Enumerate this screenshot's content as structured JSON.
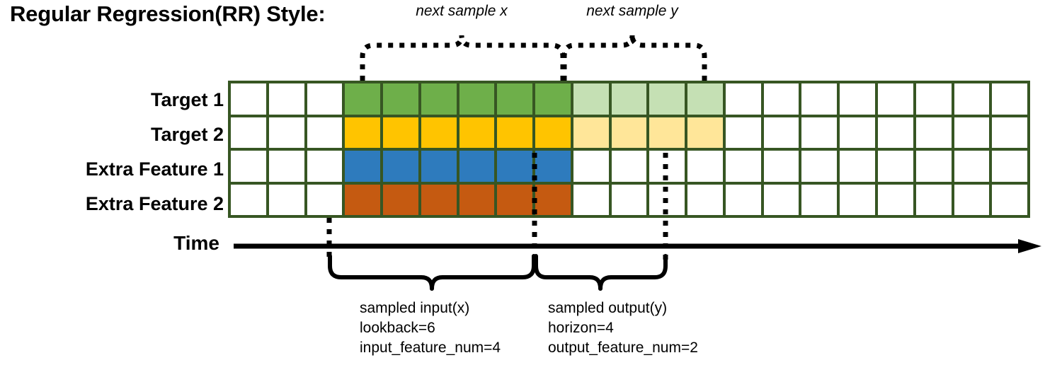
{
  "title": "Regular Regression(RR) Style:",
  "row_labels": [
    {
      "name": "target-1",
      "label": "Target 1"
    },
    {
      "name": "target-2",
      "label": "Target 2"
    },
    {
      "name": "extra-feature-1",
      "label": "Extra Feature 1"
    },
    {
      "name": "extra-feature-2",
      "label": "Extra Feature 2"
    }
  ],
  "time_axis_label": "Time",
  "annotations": {
    "top_left": "next sample x",
    "top_right": "next sample y"
  },
  "bottom_left_caption": {
    "line1": "sampled input(x)",
    "line2": "lookback=6",
    "line3": "input_feature_num=4"
  },
  "bottom_right_caption": {
    "line1": "sampled output(y)",
    "line2": "horizon=4",
    "line3": "output_feature_num=2"
  },
  "colors": {
    "grid_border": "#375623",
    "empty": "#ffffff",
    "target1_input": "#6EAF4A",
    "target1_output": "#C5E0B4",
    "target2_input": "#FFC400",
    "target2_output": "#FFE699",
    "extra1_input": "#2E7BBD",
    "extra2_input": "#C55A11",
    "line": "#000000"
  },
  "chart_data": {
    "type": "heatmap",
    "title": "Regular Regression(RR) Style:",
    "columns": 21,
    "rows": 4,
    "lookback": 6,
    "horizon": 4,
    "input_feature_num": 4,
    "output_feature_num": 2,
    "input_start_column": 4,
    "input_end_column": 9,
    "output_start_column": 10,
    "output_end_column": 13,
    "row_names": [
      "Target 1",
      "Target 2",
      "Extra Feature 1",
      "Extra Feature 2"
    ],
    "grid": [
      [
        "#ffffff",
        "#ffffff",
        "#ffffff",
        "#6EAF4A",
        "#6EAF4A",
        "#6EAF4A",
        "#6EAF4A",
        "#6EAF4A",
        "#6EAF4A",
        "#C5E0B4",
        "#C5E0B4",
        "#C5E0B4",
        "#C5E0B4",
        "#ffffff",
        "#ffffff",
        "#ffffff",
        "#ffffff",
        "#ffffff",
        "#ffffff",
        "#ffffff",
        "#ffffff"
      ],
      [
        "#ffffff",
        "#ffffff",
        "#ffffff",
        "#FFC400",
        "#FFC400",
        "#FFC400",
        "#FFC400",
        "#FFC400",
        "#FFC400",
        "#FFE699",
        "#FFE699",
        "#FFE699",
        "#FFE699",
        "#ffffff",
        "#ffffff",
        "#ffffff",
        "#ffffff",
        "#ffffff",
        "#ffffff",
        "#ffffff",
        "#ffffff"
      ],
      [
        "#ffffff",
        "#ffffff",
        "#ffffff",
        "#2E7BBD",
        "#2E7BBD",
        "#2E7BBD",
        "#2E7BBD",
        "#2E7BBD",
        "#2E7BBD",
        "#ffffff",
        "#ffffff",
        "#ffffff",
        "#ffffff",
        "#ffffff",
        "#ffffff",
        "#ffffff",
        "#ffffff",
        "#ffffff",
        "#ffffff",
        "#ffffff",
        "#ffffff"
      ],
      [
        "#ffffff",
        "#ffffff",
        "#ffffff",
        "#C55A11",
        "#C55A11",
        "#C55A11",
        "#C55A11",
        "#C55A11",
        "#C55A11",
        "#ffffff",
        "#ffffff",
        "#ffffff",
        "#ffffff",
        "#ffffff",
        "#ffffff",
        "#ffffff",
        "#ffffff",
        "#ffffff",
        "#ffffff",
        "#ffffff",
        "#ffffff"
      ]
    ]
  }
}
